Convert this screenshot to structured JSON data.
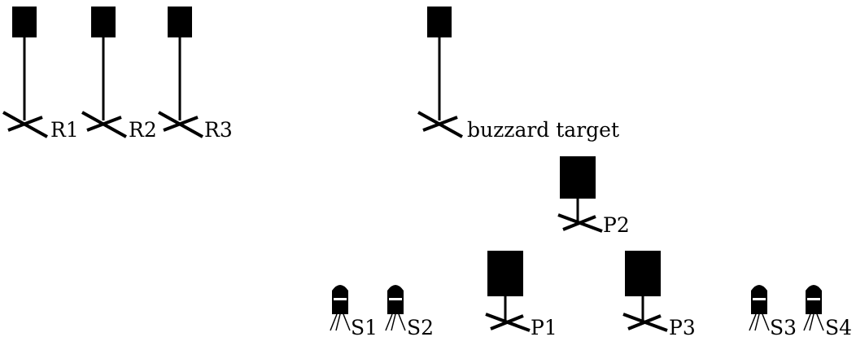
{
  "colors": {
    "ink": "#000000",
    "background": "#ffffff"
  },
  "labels": {
    "r1": "R1",
    "r2": "R2",
    "r3": "R3",
    "buzzard_target": "buzzard target",
    "p1": "P1",
    "p2": "P2",
    "p3": "P3",
    "s1": "S1",
    "s2": "S2",
    "s3": "S3",
    "s4": "S4"
  },
  "icons": {
    "tall_stand": "tall-stand-icon",
    "short_stand": "short-stand-icon",
    "small_camera": "small-camera-icon"
  }
}
